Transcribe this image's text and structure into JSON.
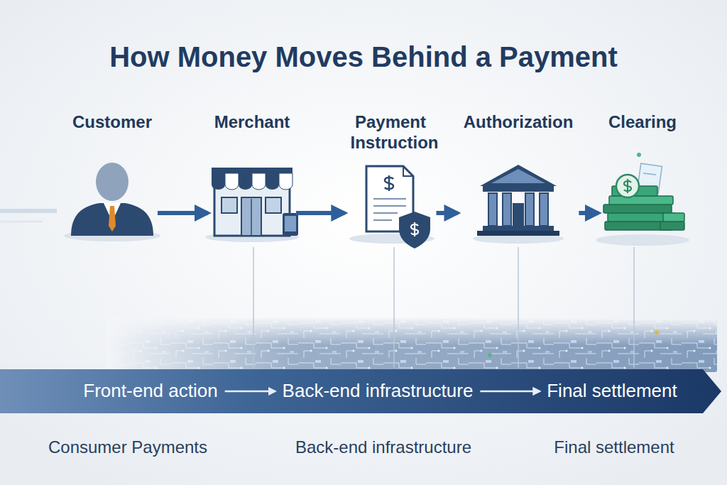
{
  "diagram": {
    "title": "How Money Moves Behind a Payment",
    "nodes": [
      {
        "text": [
          "Customer"
        ]
      },
      {
        "text": [
          "Merchant"
        ]
      },
      {
        "text": [
          "Payment Instruction"
        ]
      },
      {
        "text": [
          "Authorization"
        ]
      },
      {
        "text": [
          "Clearing"
        ]
      },
      {
        "text": [
          "Front-end action"
        ]
      },
      {
        "text": [
          "Back-end infrastructure"
        ]
      },
      {
        "text": [
          "Final settlement"
        ]
      }
    ],
    "edges": [
      {
        "from": 0,
        "to": 1,
        "arrow": "to"
      },
      {
        "from": 1,
        "to": 2,
        "arrow": "to"
      },
      {
        "from": 2,
        "to": 3,
        "arrow": "to"
      },
      {
        "from": 3,
        "to": 4,
        "arrow": "to"
      },
      {
        "from": 5,
        "to": 6,
        "arrow": "to"
      },
      {
        "from": 6,
        "to": 7,
        "arrow": "to"
      }
    ],
    "labels": [
      "Consumer Payments",
      "Back-end infrastructure",
      "Final settlement"
    ]
  }
}
